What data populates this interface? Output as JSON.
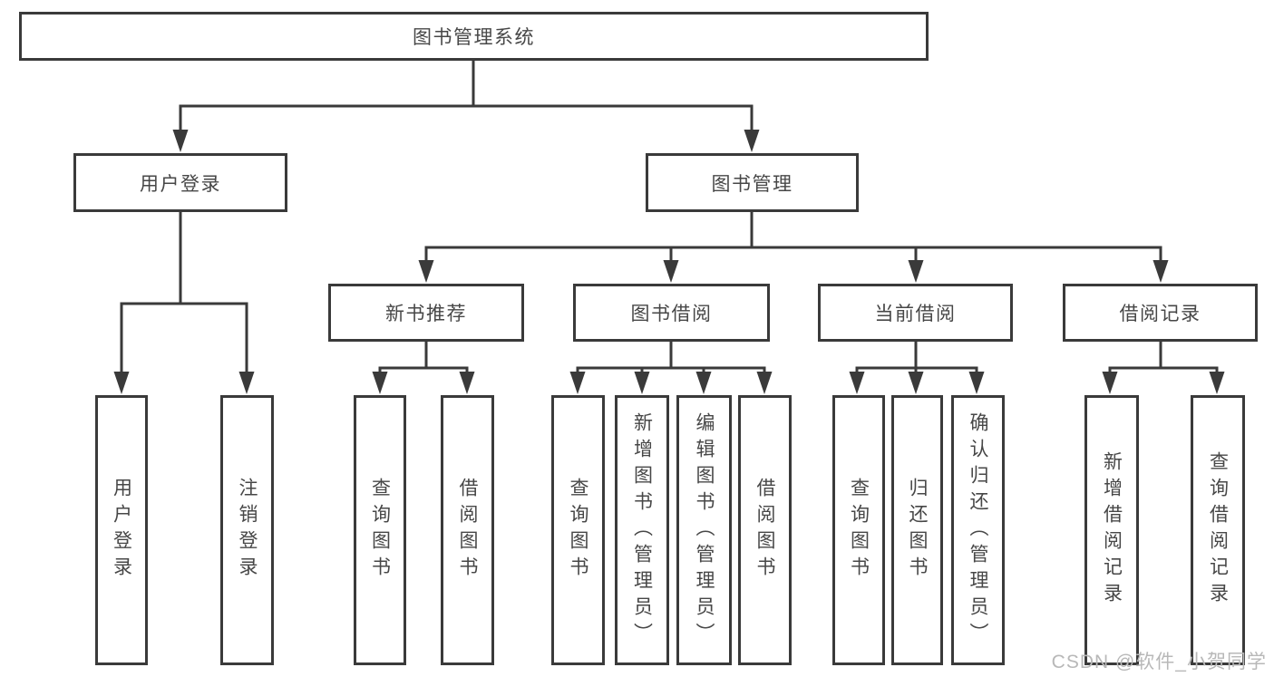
{
  "tree": {
    "root": {
      "label": "图书管理系统"
    },
    "level2": [
      {
        "label": "用户登录"
      },
      {
        "label": "图书管理"
      }
    ],
    "level3": [
      {
        "label": "新书推荐"
      },
      {
        "label": "图书借阅"
      },
      {
        "label": "当前借阅"
      },
      {
        "label": "借阅记录"
      }
    ],
    "leaves": {
      "user_login": [
        {
          "label": "用户登录"
        },
        {
          "label": "注销登录"
        }
      ],
      "new_book_recommend": [
        {
          "label": "查询图书"
        },
        {
          "label": "借阅图书"
        }
      ],
      "book_borrowing": [
        {
          "label": "查询图书"
        },
        {
          "label": "新增图书（管理员）"
        },
        {
          "label": "编辑图书（管理员）"
        },
        {
          "label": "借阅图书"
        }
      ],
      "current_borrowing": [
        {
          "label": "查询图书"
        },
        {
          "label": "归还图书"
        },
        {
          "label": "确认归还（管理员）"
        }
      ],
      "borrowing_records": [
        {
          "label": "新增借阅记录"
        },
        {
          "label": "查询借阅记录"
        }
      ]
    }
  },
  "watermark": {
    "text": "CSDN @软件_小贺同学"
  },
  "colors": {
    "line": "#3a3a3a",
    "box_border": "#3a3a3a",
    "text": "#474747",
    "watermark": "#b8b8b8",
    "background": "#ffffff"
  }
}
